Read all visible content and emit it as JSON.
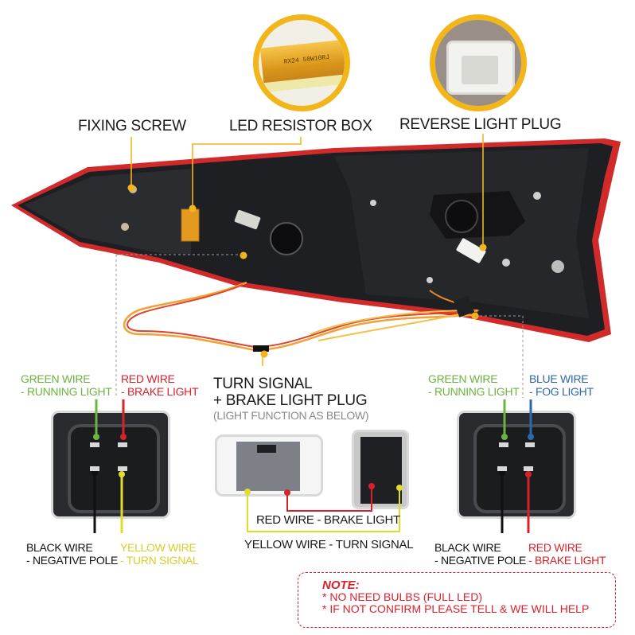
{
  "callouts": {
    "fixing_screw": "FIXING SCREW",
    "led_resistor_box": "LED RESISTOR BOX",
    "reverse_light_plug": "REVERSE LIGHT PLUG",
    "turn_brake_plug": {
      "line1": "TURN SIGNAL",
      "line2": "+ BRAKE LIGHT PLUG",
      "line3": "(LIGHT FUNCTION AS BELOW)"
    }
  },
  "resistor_label": "RX24 50W10RJ",
  "left_plug": {
    "top_left": {
      "line1": "GREEN WIRE",
      "line2": "- RUNNING LIGHT",
      "color": "#6db33f"
    },
    "top_right": {
      "line1": "RED WIRE",
      "line2": "- BRAKE LIGHT",
      "color": "#d8222b"
    },
    "bottom_left": {
      "line1": "BLACK WIRE",
      "line2": "- NEGATIVE POLE",
      "color": "#111111"
    },
    "bottom_right": {
      "line1": "YELLOW WIRE",
      "line2": "- TURN SIGNAL",
      "color": "#e0dc2a"
    }
  },
  "right_plug": {
    "top_left": {
      "line1": "GREEN WIRE",
      "line2": "- RUNNING LIGHT",
      "color": "#6db33f"
    },
    "top_right": {
      "line1": "BLUE WIRE",
      "line2": "- FOG LIGHT",
      "color": "#2e67b1"
    },
    "bottom_left": {
      "line1": "BLACK WIRE",
      "line2": "- NEGATIVE POLE",
      "color": "#111111"
    },
    "bottom_right": {
      "line1": "RED WIRE",
      "line2": "- BRAKE LIGHT",
      "color": "#d8222b"
    }
  },
  "center_plug": {
    "red_label": "RED WIRE - BRAKE LIGHT",
    "yellow_label": "YELLOW WIRE - TURN SIGNAL"
  },
  "note": {
    "title": "NOTE:",
    "items": [
      "* NO NEED BULBS (FULL LED)",
      "* IF NOT CONFIRM PLEASE TELL & WE WILL HELP"
    ]
  },
  "colors": {
    "accent_yellow": "#f3b61a",
    "green": "#6db33f",
    "red": "#d8222b",
    "blue": "#2e67b1",
    "yellow": "#e0dc2a"
  }
}
